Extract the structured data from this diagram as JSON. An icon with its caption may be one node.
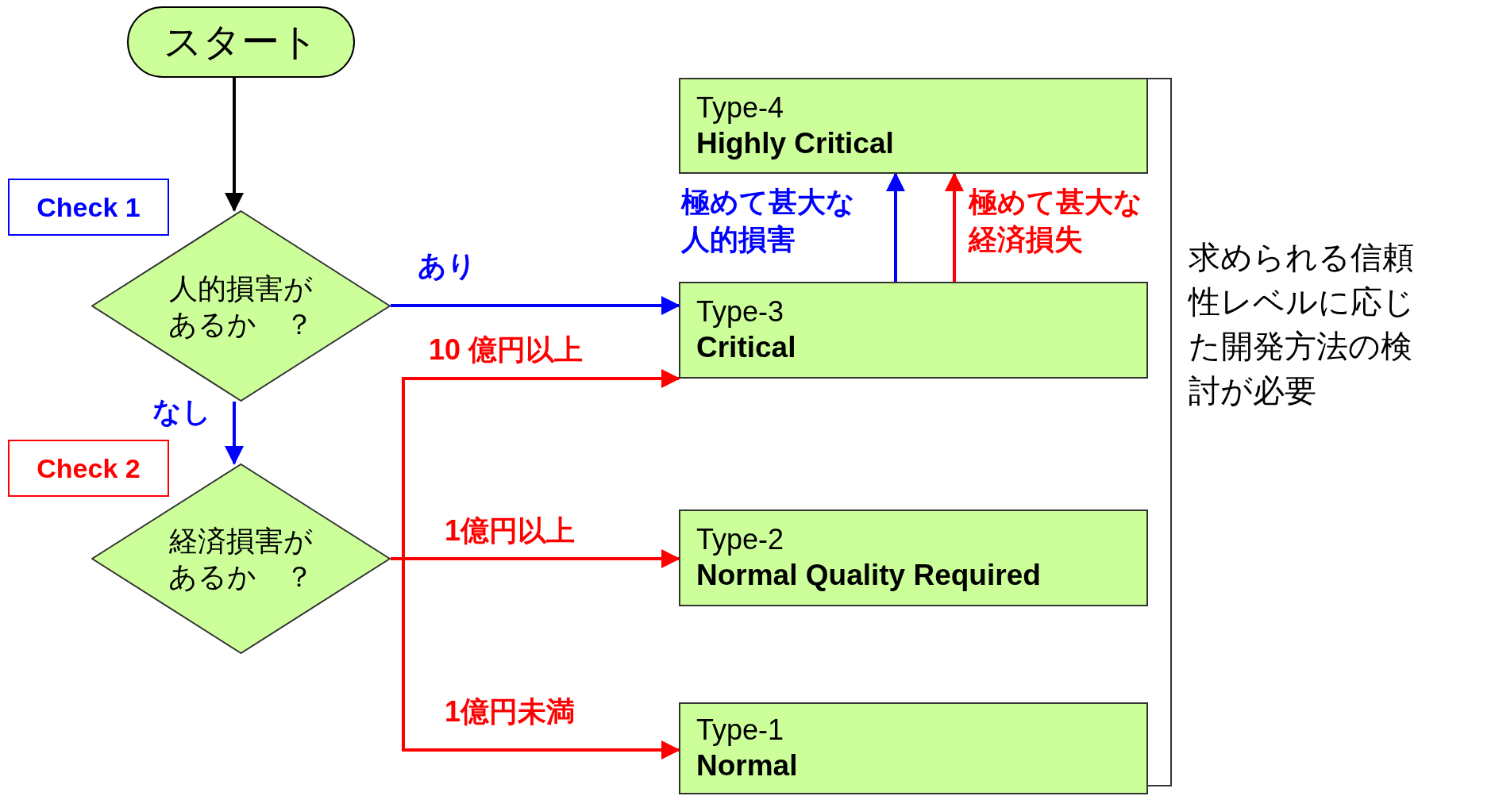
{
  "diagram": {
    "nodes": [
      {
        "text": [
          "スタート"
        ]
      },
      {
        "text": [
          "Type-4",
          "Highly Critical"
        ]
      },
      {
        "text": [
          "Check 1"
        ]
      },
      {
        "text": [
          "人的損害があるか　？"
        ]
      },
      {
        "text": [
          "Type-3",
          "Critical"
        ]
      },
      {
        "text": [
          "Check 2"
        ]
      },
      {
        "text": [
          "経済損害があるか　？"
        ]
      },
      {
        "text": [
          "Type-2",
          "Normal Quality Required"
        ]
      },
      {
        "text": [
          "Type-1",
          "Normal"
        ]
      }
    ],
    "edges": [
      {
        "from": 0,
        "to": 3,
        "arrow": "to",
        "color": "#000000"
      },
      {
        "from": 3,
        "to": 4,
        "arrow": "to",
        "label": "あり",
        "color": "#0000ff"
      },
      {
        "from": 3,
        "to": 6,
        "arrow": "to",
        "label": "なし",
        "color": "#0000ff"
      },
      {
        "from": 4,
        "to": 1,
        "arrow": "to",
        "label": "極めて甚大な人的損害",
        "color": "#0000ff"
      },
      {
        "from": 4,
        "to": 1,
        "arrow": "to",
        "label": "極めて甚大な経済損失",
        "color": "#ff0000"
      },
      {
        "from": 6,
        "to": 4,
        "arrow": "to",
        "label": "10 億円以上",
        "color": "#ff0000"
      },
      {
        "from": 6,
        "to": 7,
        "arrow": "to",
        "label": "1億円以上",
        "color": "#ff0000"
      },
      {
        "from": 6,
        "to": 8,
        "arrow": "to",
        "label": "1億円未満",
        "color": "#ff0000"
      }
    ],
    "labels": [
      "求められる信頼性レベルに応じた開発方法の検討が必要"
    ]
  }
}
